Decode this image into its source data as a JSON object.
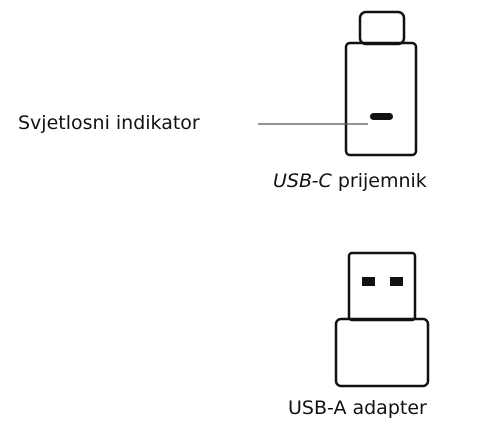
{
  "labels": {
    "indicator": "Svjetlosni indikator",
    "usbc_prefix": "USB",
    "usbc_c": "-C",
    "usbc_suffix": " prijemnik",
    "usba": "USB-A adapter"
  },
  "colors": {
    "stroke": "#111111",
    "leader_line": "#555555",
    "background": "#ffffff"
  },
  "icons": {
    "usbc_receiver": "usb-c-receiver-icon",
    "light_indicator": "light-indicator-icon",
    "usba_adapter": "usb-a-adapter-icon"
  }
}
